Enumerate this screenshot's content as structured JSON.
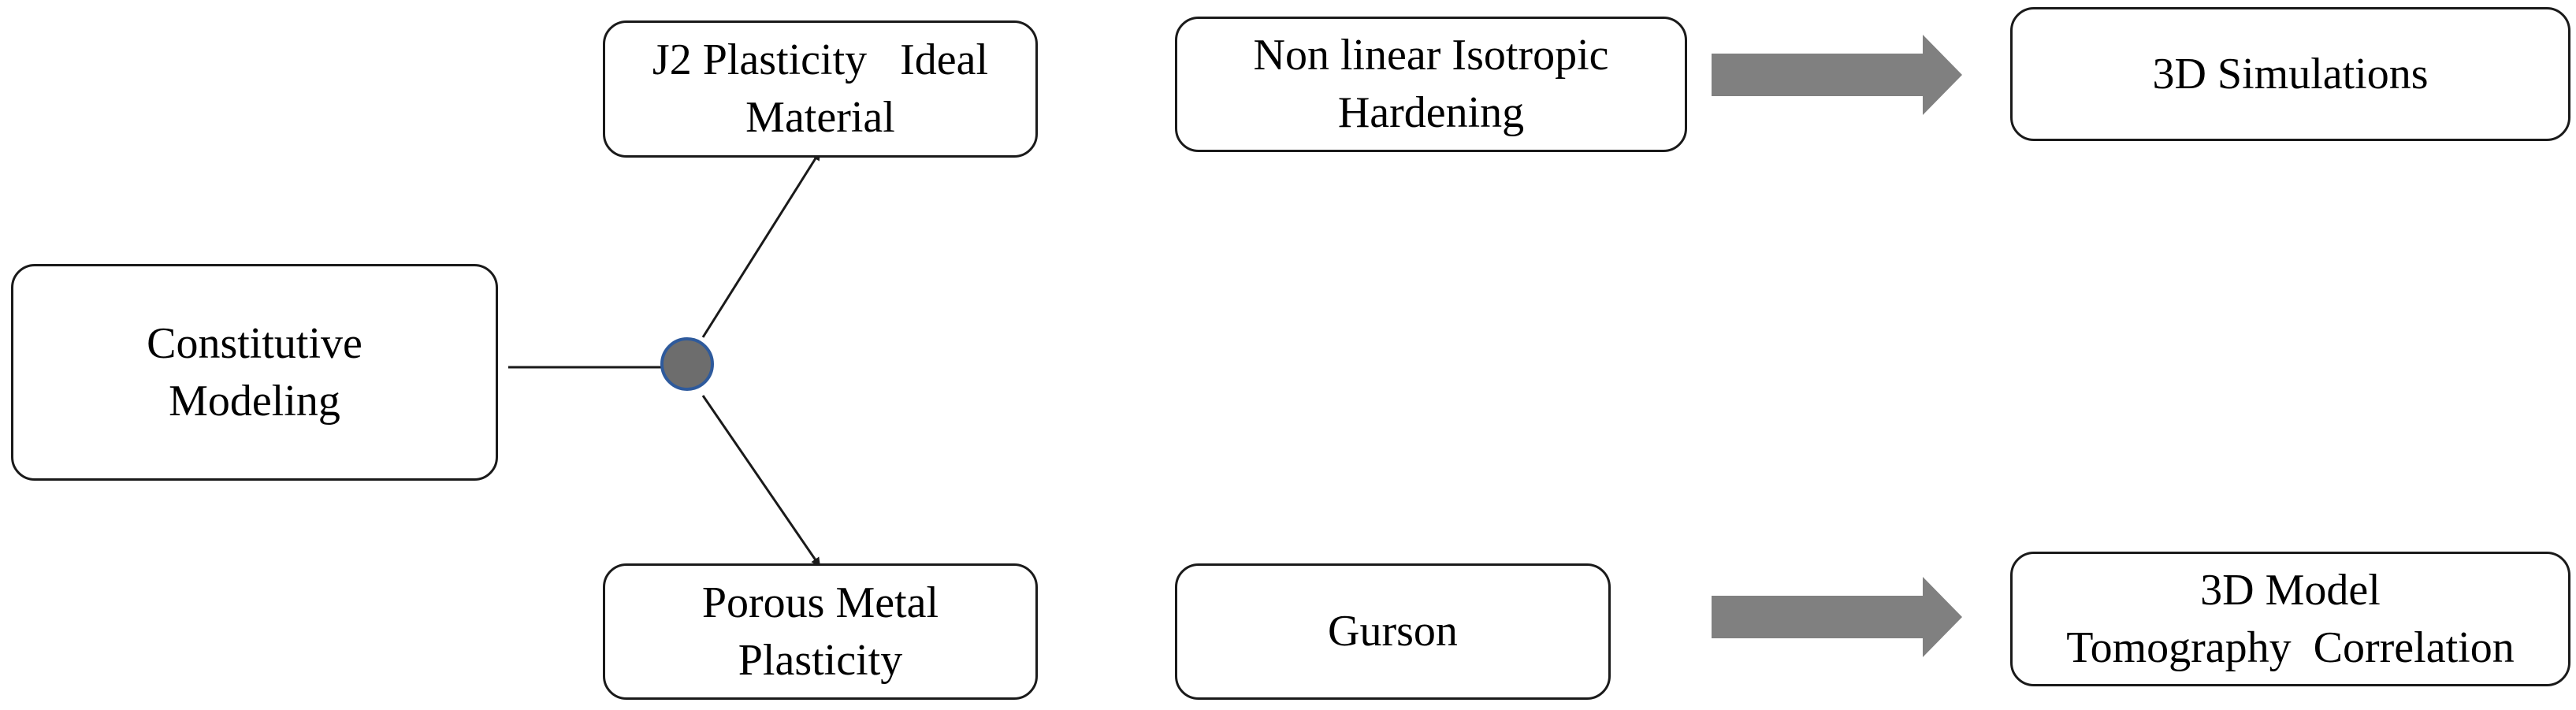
{
  "diagram": {
    "root": {
      "lines": [
        "Constitutive",
        "Modeling"
      ]
    },
    "branch_top": {
      "lines": [
        "J2 Plasticity   Ideal",
        "Material"
      ]
    },
    "branch_bottom": {
      "lines": [
        "Porous Metal",
        "Plasticity"
      ]
    },
    "model_top": {
      "lines": [
        "Non linear Isotropic",
        "Hardening"
      ]
    },
    "model_bottom": {
      "lines": [
        "Gurson"
      ]
    },
    "result_top": {
      "lines": [
        "3D Simulations"
      ]
    },
    "result_bottom": {
      "lines": [
        "3D Model",
        "Tomography  Correlation"
      ]
    },
    "colors": {
      "junction_fill": "#6d6d6d",
      "junction_stroke": "#2e5a9c",
      "big_arrow": "#808080",
      "line": "#1a1a1a"
    }
  }
}
